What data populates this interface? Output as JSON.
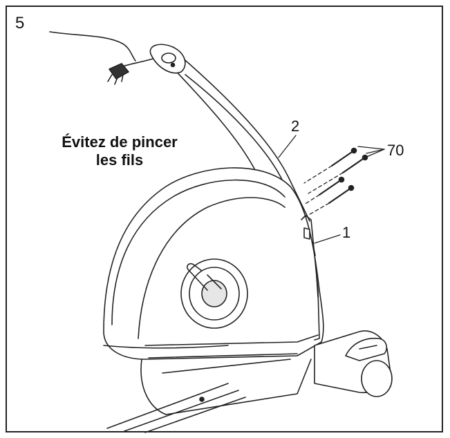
{
  "step_number": "5",
  "warning": {
    "line1": "Évitez de pincer",
    "line2": "les fils"
  },
  "callouts": {
    "part_2": "2",
    "part_70": "70",
    "part_1": "1"
  }
}
